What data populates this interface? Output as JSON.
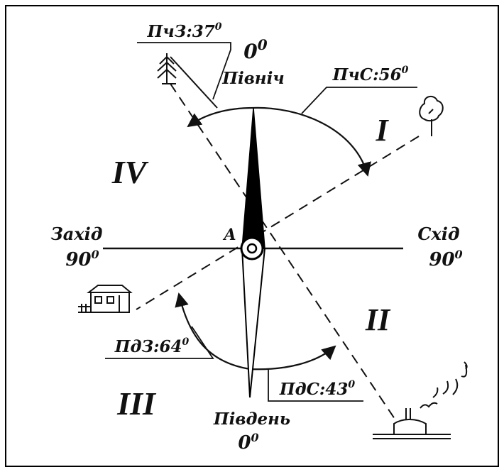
{
  "diagram": {
    "north": {
      "name": "Північ",
      "angle": "0",
      "deg": "0"
    },
    "south": {
      "name": "Південь",
      "angle": "0",
      "deg": "0"
    },
    "west": {
      "name": "Захід",
      "angle": "90",
      "deg": "0"
    },
    "east": {
      "name": "Схід",
      "angle": "90",
      "deg": "0"
    },
    "center_label": "A",
    "quadrants": [
      "I",
      "II",
      "III",
      "IV"
    ],
    "bearings": [
      {
        "text": "ПчЗ:37",
        "deg": "0"
      },
      {
        "text": "ПчС:56",
        "deg": "0"
      },
      {
        "text": "ПдЗ:64",
        "deg": "0"
      },
      {
        "text": "ПдС:43",
        "deg": "0"
      }
    ],
    "landmarks": [
      "pine-tree-icon",
      "deciduous-tree-icon",
      "house-icon",
      "factory-icon"
    ]
  }
}
